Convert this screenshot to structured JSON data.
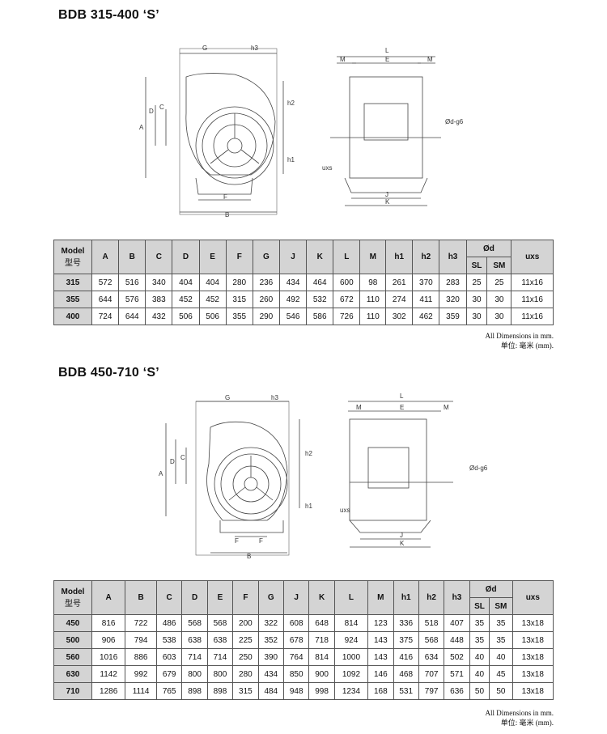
{
  "section1": {
    "title": "BDB 315-400 ‘S’",
    "drawing_labels": {
      "G": "G",
      "h3": "h3",
      "A": "A",
      "D": "D",
      "C": "C",
      "h2": "h2",
      "h1": "h1",
      "F": "F",
      "B": "B",
      "L": "L",
      "M": "M",
      "E": "E",
      "od": "Ød-g6",
      "uxs": "uxs",
      "J": "J",
      "K": "K"
    },
    "headers": {
      "model": "Model",
      "model_cn": "型号",
      "cols": [
        "A",
        "B",
        "C",
        "D",
        "E",
        "F",
        "G",
        "J",
        "K",
        "L",
        "M",
        "h1",
        "h2",
        "h3"
      ],
      "od": "Ød",
      "sl": "SL",
      "sm": "SM",
      "uxs": "uxs"
    },
    "rows": [
      [
        "315",
        "572",
        "516",
        "340",
        "404",
        "404",
        "280",
        "236",
        "434",
        "464",
        "600",
        "98",
        "261",
        "370",
        "283",
        "25",
        "25",
        "11x16"
      ],
      [
        "355",
        "644",
        "576",
        "383",
        "452",
        "452",
        "315",
        "260",
        "492",
        "532",
        "672",
        "110",
        "274",
        "411",
        "320",
        "30",
        "30",
        "11x16"
      ],
      [
        "400",
        "724",
        "644",
        "432",
        "506",
        "506",
        "355",
        "290",
        "546",
        "586",
        "726",
        "110",
        "302",
        "462",
        "359",
        "30",
        "30",
        "11x16"
      ]
    ],
    "note1": "All Dimensions in mm.",
    "note2": "单位: 毫米 (mm)."
  },
  "section2": {
    "title": "BDB 450-710 ‘S’",
    "drawing_labels": {
      "G": "G",
      "h3": "h3",
      "A": "A",
      "D": "D",
      "C": "C",
      "h2": "h2",
      "h1": "h1",
      "F": "F",
      "B": "B",
      "L": "L",
      "M": "M",
      "E": "E",
      "od": "Ød-g6",
      "uxs": "uxs",
      "J": "J",
      "K": "K"
    },
    "headers": {
      "model": "Model",
      "model_cn": "型号",
      "cols": [
        "A",
        "B",
        "C",
        "D",
        "E",
        "F",
        "G",
        "J",
        "K",
        "L",
        "M",
        "h1",
        "h2",
        "h3"
      ],
      "od": "Ød",
      "sl": "SL",
      "sm": "SM",
      "uxs": "uxs"
    },
    "rows": [
      [
        "450",
        "816",
        "722",
        "486",
        "568",
        "568",
        "200",
        "322",
        "608",
        "648",
        "814",
        "123",
        "336",
        "518",
        "407",
        "35",
        "35",
        "13x18"
      ],
      [
        "500",
        "906",
        "794",
        "538",
        "638",
        "638",
        "225",
        "352",
        "678",
        "718",
        "924",
        "143",
        "375",
        "568",
        "448",
        "35",
        "35",
        "13x18"
      ],
      [
        "560",
        "1016",
        "886",
        "603",
        "714",
        "714",
        "250",
        "390",
        "764",
        "814",
        "1000",
        "143",
        "416",
        "634",
        "502",
        "40",
        "40",
        "13x18"
      ],
      [
        "630",
        "1142",
        "992",
        "679",
        "800",
        "800",
        "280",
        "434",
        "850",
        "900",
        "1092",
        "146",
        "468",
        "707",
        "571",
        "40",
        "45",
        "13x18"
      ],
      [
        "710",
        "1286",
        "1114",
        "765",
        "898",
        "898",
        "315",
        "484",
        "948",
        "998",
        "1234",
        "168",
        "531",
        "797",
        "636",
        "50",
        "50",
        "13x18"
      ]
    ],
    "note1": "All Dimensions in mm.",
    "note2": "单位: 毫米 (mm)."
  }
}
